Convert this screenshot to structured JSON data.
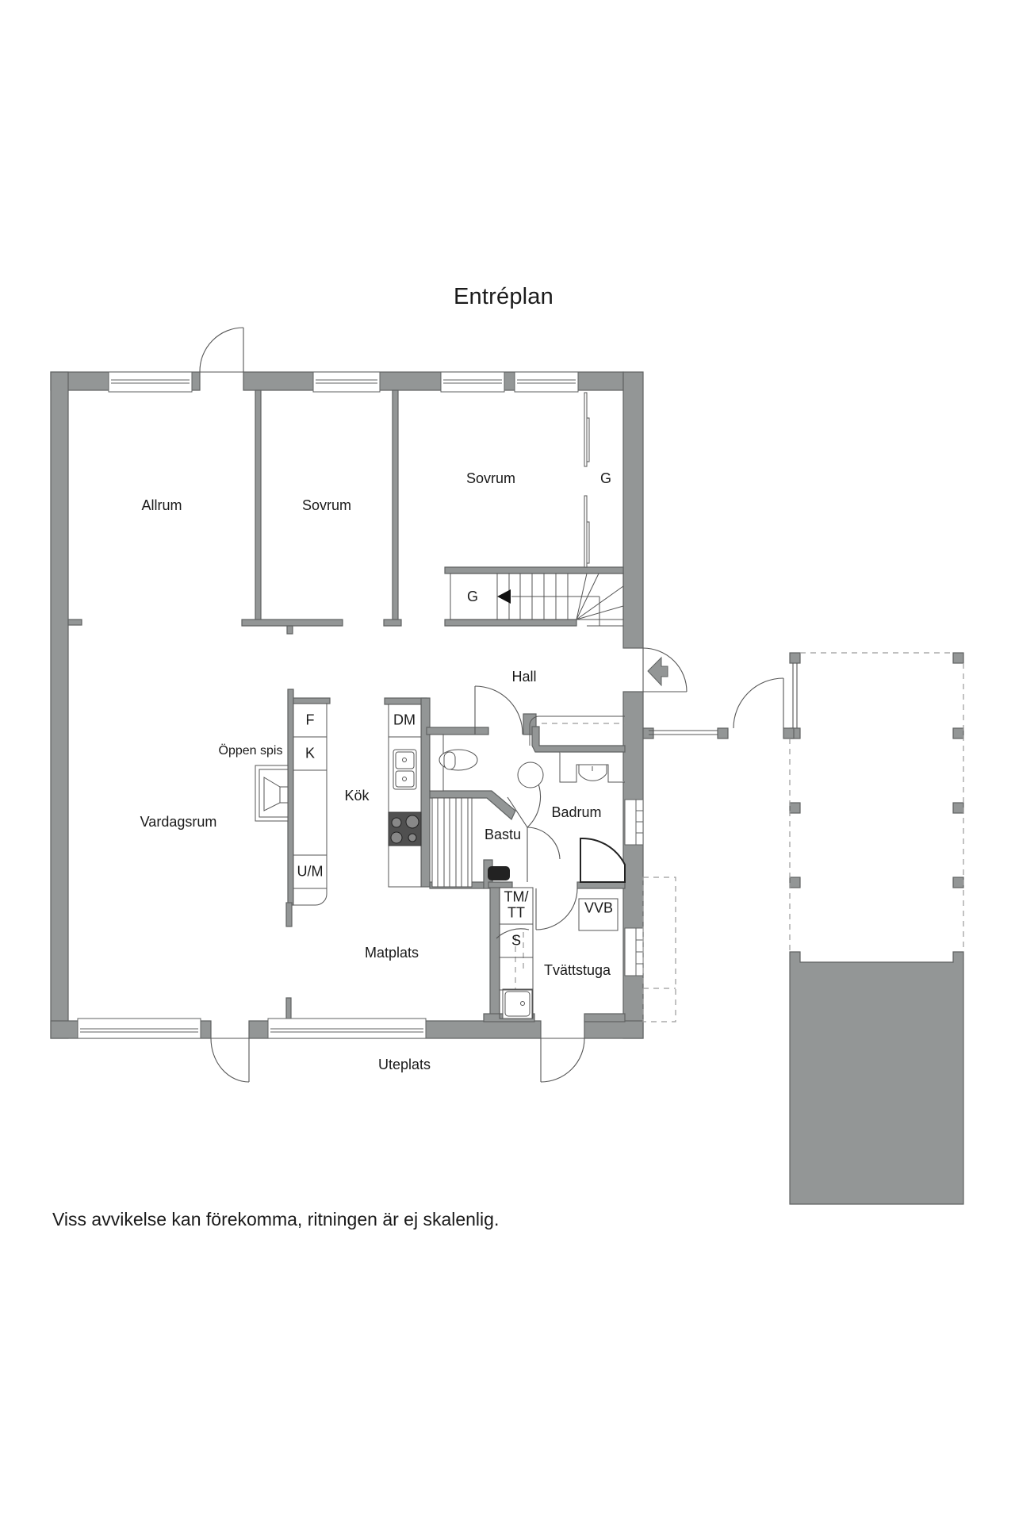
{
  "title": "Entréplan",
  "colors": {
    "wall": "#939696",
    "wall_stroke": "#5f6262",
    "line": "#4a4a4a",
    "background": "#ffffff",
    "text": "#1a1a1a"
  },
  "rooms": {
    "allrum": "Allrum",
    "sovrum_1": "Sovrum",
    "sovrum_2": "Sovrum",
    "garderob_1": "G",
    "garderob_2": "G",
    "hall": "Hall",
    "oppen_spis": "Öppen spis",
    "kok": "Kök",
    "vardagsrum": "Vardagsrum",
    "badrum": "Badrum",
    "bastu": "Bastu",
    "matplats": "Matplats",
    "tvattstuga": "Tvättstuga",
    "uteplats": "Uteplats"
  },
  "appliances": {
    "fridge": "F",
    "freezer": "K",
    "oven_micro": "U/M",
    "dishwasher": "DM",
    "washer_dryer": "TM/\nTT",
    "washer_dryer_line1": "TM/",
    "washer_dryer_line2": "TT",
    "storage": "S",
    "water_heater": "VVB"
  },
  "footnote": "Viss avvikelse kan förekomma, ritningen är ej skalenlig."
}
